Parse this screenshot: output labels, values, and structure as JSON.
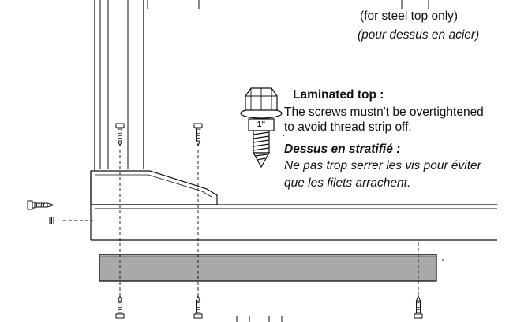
{
  "notes": {
    "steel_en": "(for steel top only)",
    "steel_fr": "(pour dessus en acier)",
    "laminated_heading": "Laminated top :",
    "laminated_line1": "The screws mustn't be overtightened",
    "laminated_line2": "to avoid thread strip off.",
    "french_heading": "Dessus en stratifié :",
    "french_line1": "Ne pas trop serrer les vis pour éviter",
    "french_line2": "que les filets arrachent."
  },
  "screw_callout": {
    "length_label": "1\""
  },
  "colors": {
    "line": "#111111",
    "panel_fill": "#a9a9a9",
    "background": "#ffffff"
  }
}
